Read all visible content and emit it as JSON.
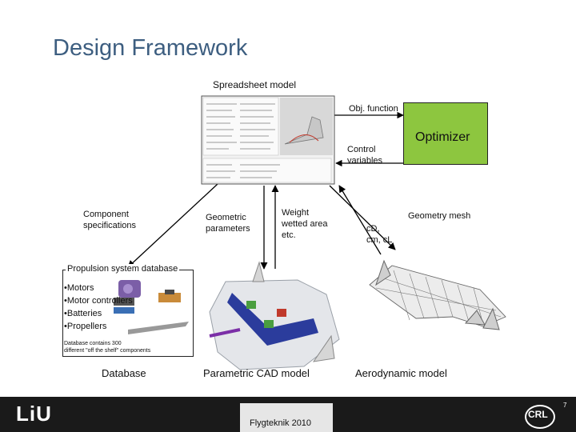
{
  "slide": {
    "title": "Design Framework",
    "spreadsheet_label": "Spreadsheet model",
    "obj_function": "Obj. function",
    "optimizer": "Optimizer",
    "control_vars_line1": "Control",
    "control_vars_line2": "variables",
    "component_specs_line1": "Component",
    "component_specs_line2": "specifications",
    "geometric_params_line1": "Geometric",
    "geometric_params_line2": "parameters",
    "weight_line1": "Weight",
    "weight_line2": "wetted area",
    "weight_line3": "etc.",
    "geometry_mesh": "Geometry mesh",
    "coef_line1": "cD,",
    "coef_line2": "cm,  cL",
    "propulsion_title": "Propulsion system database",
    "propulsion_items": [
      "•Motors",
      "•Motor controllers",
      "•Batteries",
      "•Propellers"
    ],
    "db_note_line1": "Database contains 300",
    "db_note_line2": "different \"off the shelf\" components",
    "caption_database": "Database",
    "caption_cad": "Parametric CAD model",
    "caption_aero": "Aerodynamic model"
  },
  "footer": {
    "logo": "LiU",
    "center_text": "Flygteknik 2010",
    "right_logo": "CRL",
    "page_number": "7"
  },
  "colors": {
    "title": "#3d5e80",
    "optimizer_fill": "#8dc63f",
    "footer_bg": "#1a1a1a"
  }
}
